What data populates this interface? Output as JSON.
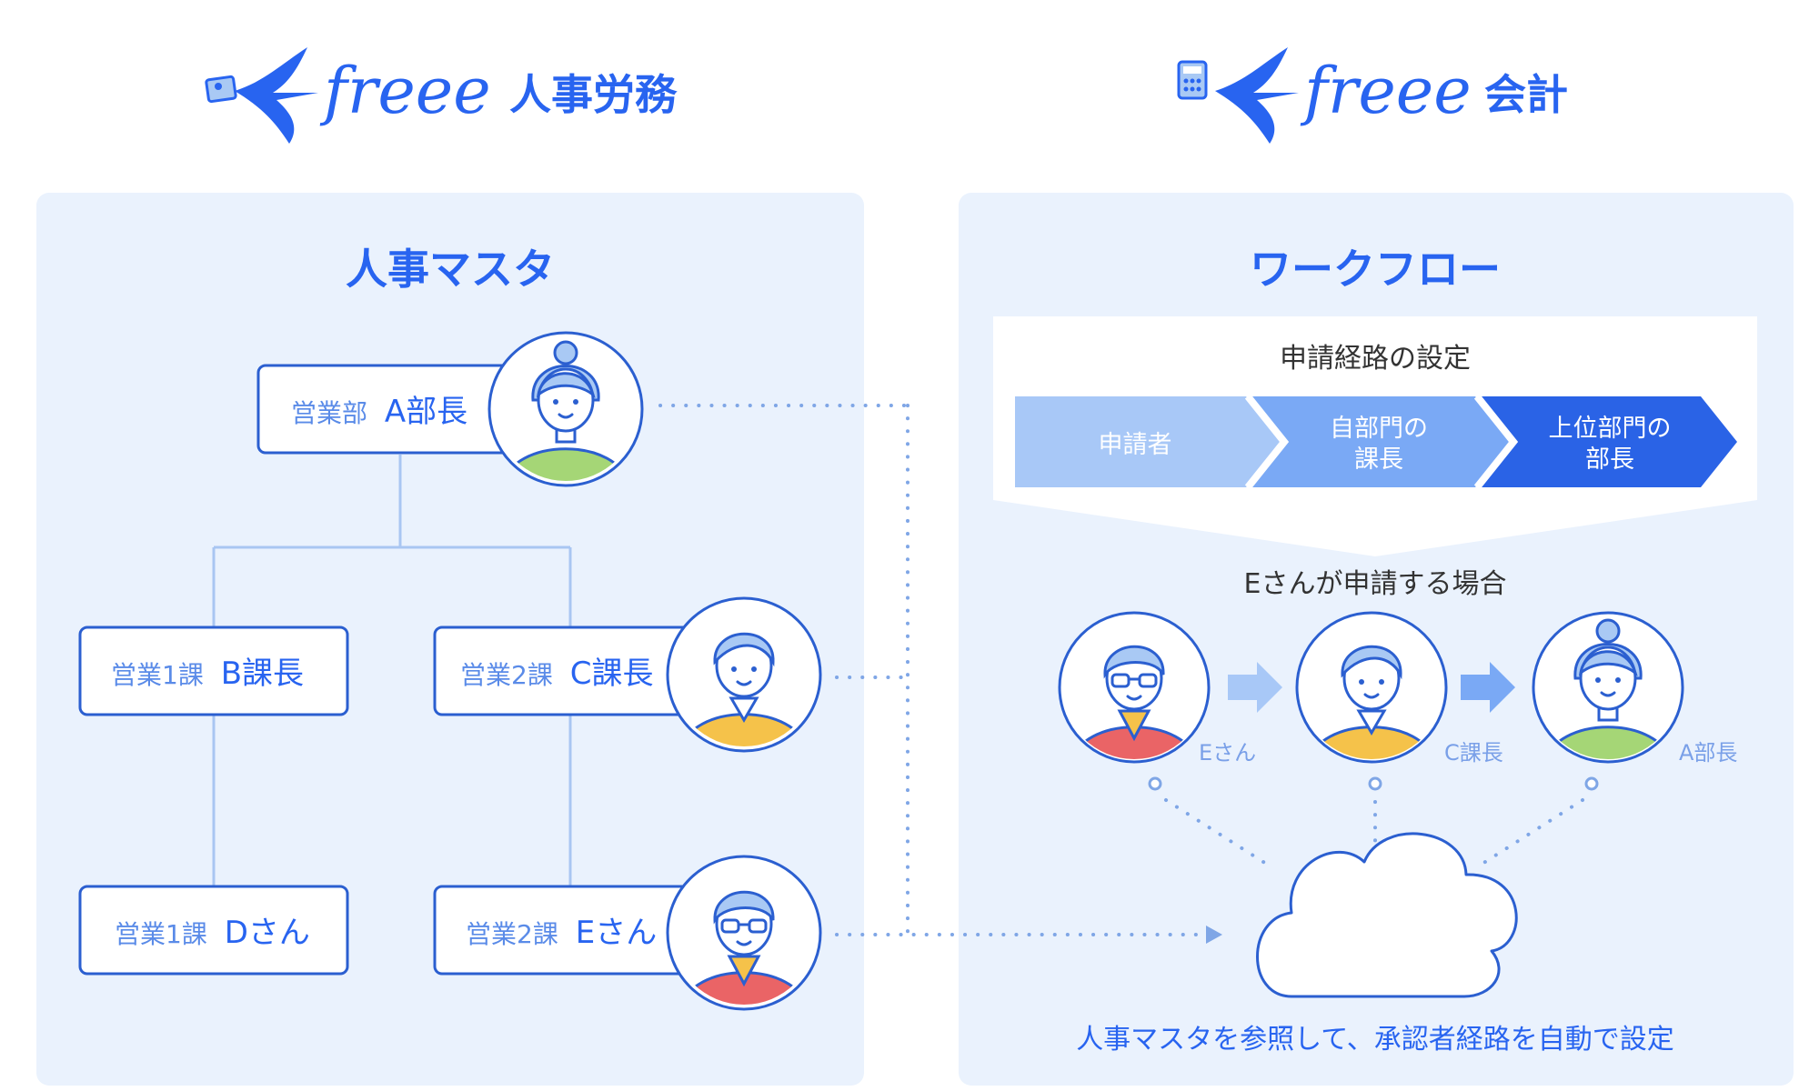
{
  "logos": {
    "left": {
      "wordmark": "freee",
      "product": "人事労務"
    },
    "right": {
      "wordmark": "freee",
      "product": "会計"
    }
  },
  "left_panel": {
    "title": "人事マスタ",
    "nodes": {
      "a": {
        "dept": "営業部",
        "name": "A部長"
      },
      "b": {
        "dept": "営業1課",
        "name": "B課長"
      },
      "c": {
        "dept": "営業2課",
        "name": "C課長"
      },
      "d": {
        "dept": "営業1課",
        "name": "Dさん"
      },
      "e": {
        "dept": "営業2課",
        "name": "Eさん"
      }
    }
  },
  "right_panel": {
    "title": "ワークフロー",
    "route_title": "申請経路の設定",
    "steps": [
      {
        "line1": "申請者",
        "line2": ""
      },
      {
        "line1": "自部門の",
        "line2": "課長"
      },
      {
        "line1": "上位部門の",
        "line2": "部長"
      }
    ],
    "case_title": "Eさんが申請する場合",
    "people": [
      {
        "label": "Eさん"
      },
      {
        "label": "C課長"
      },
      {
        "label": "A部長"
      }
    ],
    "caption": "人事マスタを参照して、承認者経路を自動で設定"
  },
  "colors": {
    "brand_blue": "#2864f0",
    "panel_bg": "#eaf2fd",
    "line_blue": "#a9c6f2",
    "step1": "#a8c8f7",
    "step2": "#7aa9f5",
    "step3": "#2a63e6",
    "dots": "#7fa6e6",
    "skin": "#ffffff",
    "hair": "#a9c9f4",
    "shirt_green": "#a5d676",
    "jacket_yellow": "#f5c24a",
    "jacket_red": "#ea6466"
  },
  "icons": [
    "person-card-icon",
    "swallow-bird-icon",
    "calculator-icon",
    "cloud-icon",
    "arrow-right-icon"
  ]
}
